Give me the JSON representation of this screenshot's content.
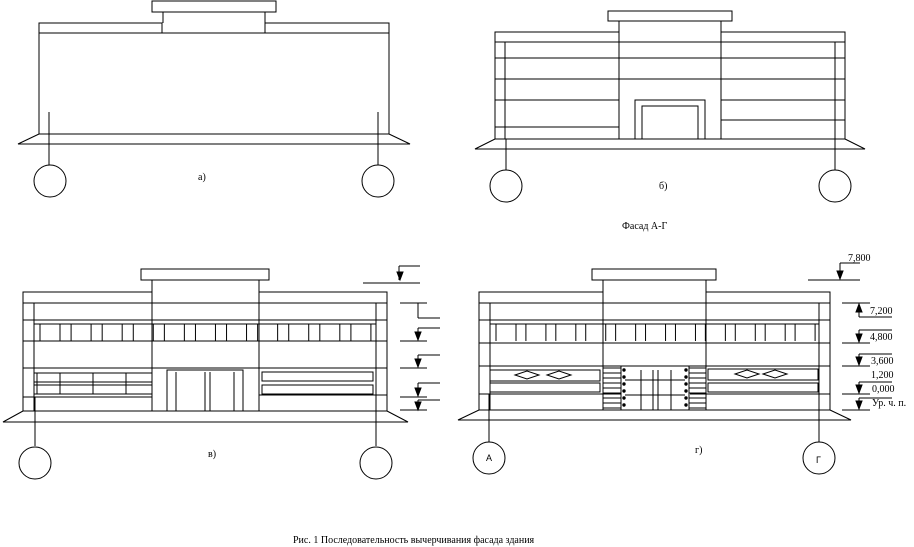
{
  "labels": {
    "a": "а)",
    "b": "б)",
    "v": "в)",
    "g": "г)"
  },
  "facade_title": "Фасад А-Г",
  "axes": {
    "left": "А",
    "right": "Г"
  },
  "elevations": [
    "7,800",
    "7,200",
    "4,800",
    "3,600",
    "1,200",
    "0,000",
    "Ур. ч. п."
  ],
  "caption": "Рис. 1 Последовательность вычерчивания фасада здания"
}
